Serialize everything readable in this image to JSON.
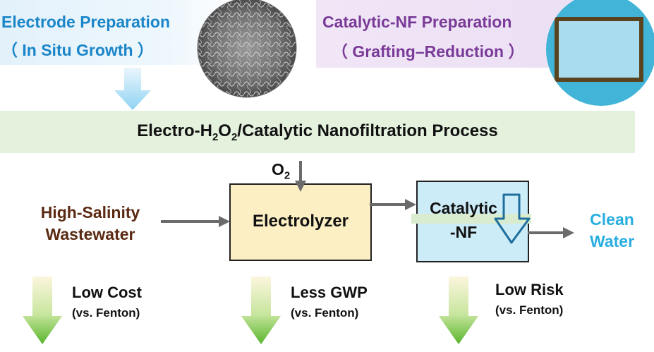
{
  "top": {
    "left_title": "Electrode Preparation",
    "left_subtitle": "（ In Situ Growth ）",
    "right_title": "Catalytic-NF Preparation",
    "right_subtitle": "（ Grafting–Reduction ）",
    "left_image_icon": "sem-micrograph-image",
    "right_image_icon": "membrane-photo-image"
  },
  "process": {
    "prefix": "Electro-H",
    "h_sub": "2",
    "mid": "O",
    "o_sub": "2",
    "suffix": "/Catalytic Nanofiltration Process"
  },
  "flow": {
    "input": [
      "High-Salinity",
      "Wastewater"
    ],
    "oxygen": "O",
    "oxygen_sub": "2",
    "electrolyzer": "Electrolyzer",
    "catalytic": [
      "Catalytic",
      "-NF"
    ],
    "output": [
      "Clean",
      "Water"
    ]
  },
  "benefits": [
    {
      "main": "Low Cost",
      "sub": "(vs. Fenton)"
    },
    {
      "main": "Less GWP",
      "sub": "(vs. Fenton)"
    },
    {
      "main": "Low Risk",
      "sub": "(vs. Fenton)"
    }
  ],
  "colors": {
    "title_blue": "#1a86c8",
    "title_purple": "#7a3a98",
    "input_brown": "#5a2a12",
    "output_cyan": "#29aee0",
    "electrolyzer_fill": "#fcefc4",
    "catalytic_fill": "#ccecf8",
    "process_band": "#e4f1dd",
    "benefit_arrow_green": "#5cb82e"
  }
}
